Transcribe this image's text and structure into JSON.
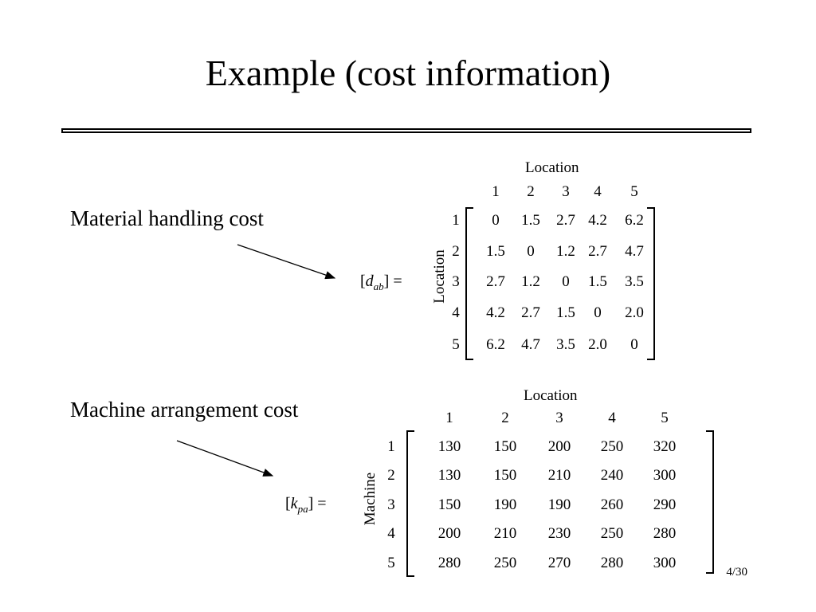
{
  "slide": {
    "title": "Example (cost information)",
    "page_number": "4/30"
  },
  "material": {
    "label": "Material handling cost",
    "symbol_main": "d",
    "symbol_sub": "ab",
    "axis_col_title": "Location",
    "axis_row_title": "Location",
    "col_headers": [
      "1",
      "2",
      "3",
      "4",
      "5"
    ],
    "row_headers": [
      "1",
      "2",
      "3",
      "4",
      "5"
    ],
    "rows": [
      [
        "0",
        "1.5",
        "2.7",
        "4.2",
        "6.2"
      ],
      [
        "1.5",
        "0",
        "1.2",
        "2.7",
        "4.7"
      ],
      [
        "2.7",
        "1.2",
        "0",
        "1.5",
        "3.5"
      ],
      [
        "4.2",
        "2.7",
        "1.5",
        "0",
        "2.0"
      ],
      [
        "6.2",
        "4.7",
        "3.5",
        "2.0",
        "0"
      ]
    ]
  },
  "machine": {
    "label": "Machine arrangement cost",
    "symbol_main": "k",
    "symbol_sub": "pa",
    "axis_col_title": "Location",
    "axis_row_title": "Machine",
    "col_headers": [
      "1",
      "2",
      "3",
      "4",
      "5"
    ],
    "row_headers": [
      "1",
      "2",
      "3",
      "4",
      "5"
    ],
    "rows": [
      [
        "130",
        "150",
        "200",
        "250",
        "320"
      ],
      [
        "130",
        "150",
        "210",
        "240",
        "300"
      ],
      [
        "150",
        "190",
        "190",
        "260",
        "290"
      ],
      [
        "200",
        "210",
        "230",
        "250",
        "280"
      ],
      [
        "280",
        "250",
        "270",
        "280",
        "300"
      ]
    ]
  }
}
